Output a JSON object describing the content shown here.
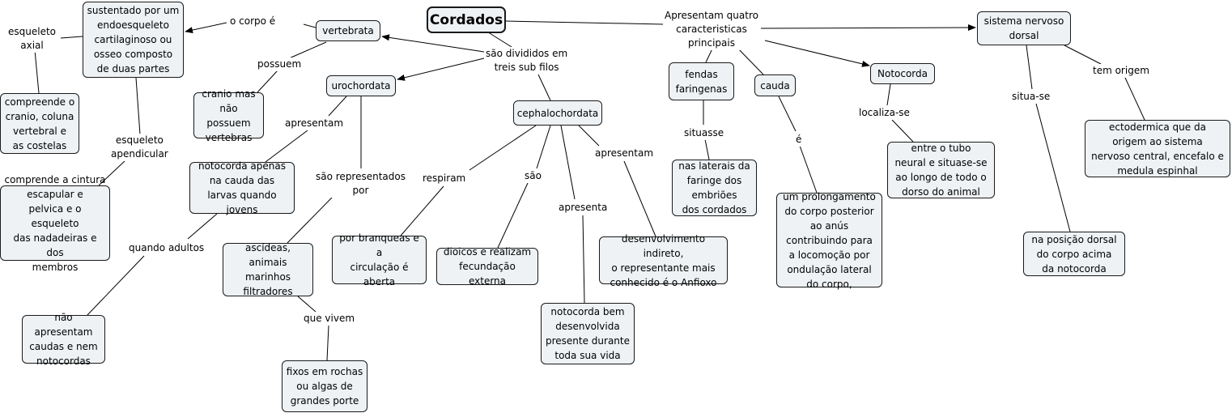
{
  "map": {
    "root": "Cordados",
    "nodes": {
      "vertebrata": "vertebrata",
      "sustentado": "sustentado por um\nendoesqueleto\ncartilaginoso ou\nosseo composto\nde duas partes",
      "compreende_cranio": "compreende o\ncranio, coluna\nvertebral e\nas costelas",
      "compreende_cintura": "comprende a cintura\nescapular e\npelvica e o esqueleto\ndas nadadeiras  e dos\nmembros",
      "cranio_mas": "cranio mas\nnão possuem\nvertebras",
      "urochordata": "urochordata",
      "notocorda_apenas": "notocorda apenas\nna cauda das\nlarvas quando jovens",
      "nao_apresentam": "não apresentam\ncaudas e nem\nnotocordas",
      "ascideas": "ascídeas, animais\nmarinhos\nfiltradores",
      "fixos": "fixos em rochas\nou algas de\ngrandes porte",
      "cephalochordata": "cephalochordata",
      "por_branqueas": "por branqueas e a\ncirculação é\naberta",
      "dioicos": "dioicos e realizam\nfecundação externa",
      "notocorda_bem": "notocorda bem\ndesenvolvida\npresente durante\ntoda sua vida",
      "desenvolvimento": "desenvolvimento indireto,\no representante mais\nconhecido é o Anfioxo",
      "fendas": "fendas\nfaringenas",
      "nas_laterais": "nas laterais da\nfaringe dos\nembriões\ndos cordados",
      "cauda": "cauda",
      "prolongamento": "um prolongamento\ndo corpo posterior\nao anús\ncontribuindo para\na locomoção por\nondulação lateral\ndo corpo,",
      "notocorda": "Notocorda",
      "entre_tubo": "entre o tubo\nneural e situase-se\nao longo de todo o\ndorso do animal",
      "sistema": "sistema nervoso\ndorsal",
      "na_posicao": "na posição dorsal\ndo corpo acima\nda notocorda",
      "ectodermica": "ectodermica que da\norigem ao sistema\nnervoso central, encefalo e\nmedula espinhal"
    },
    "labels": {
      "o_corpo_e": "o corpo é",
      "esqueleto_axial": "esqueleto\naxial",
      "esqueleto_apendicular": "esqueleto\napendicular",
      "possuem": "possuem",
      "sao_divididos": "são divididos em\ntreis sub filos",
      "apresentam_uro": "apresentam",
      "quando_adultos": "quando adultos",
      "sao_representados": "são representados\npor",
      "que_vivem": "que vivem",
      "respiram": "respiram",
      "sao": "são",
      "apresenta": "apresenta",
      "apresentam_cefalo": "apresentam",
      "apresentam_quatro": "Apresentam quatro\ncaracteristicas\nprincipais",
      "situasse": "situasse",
      "e": "é",
      "localiza_se": "localiza-se",
      "situa_se": "situa-se",
      "tem_origem": "tem origem"
    }
  }
}
